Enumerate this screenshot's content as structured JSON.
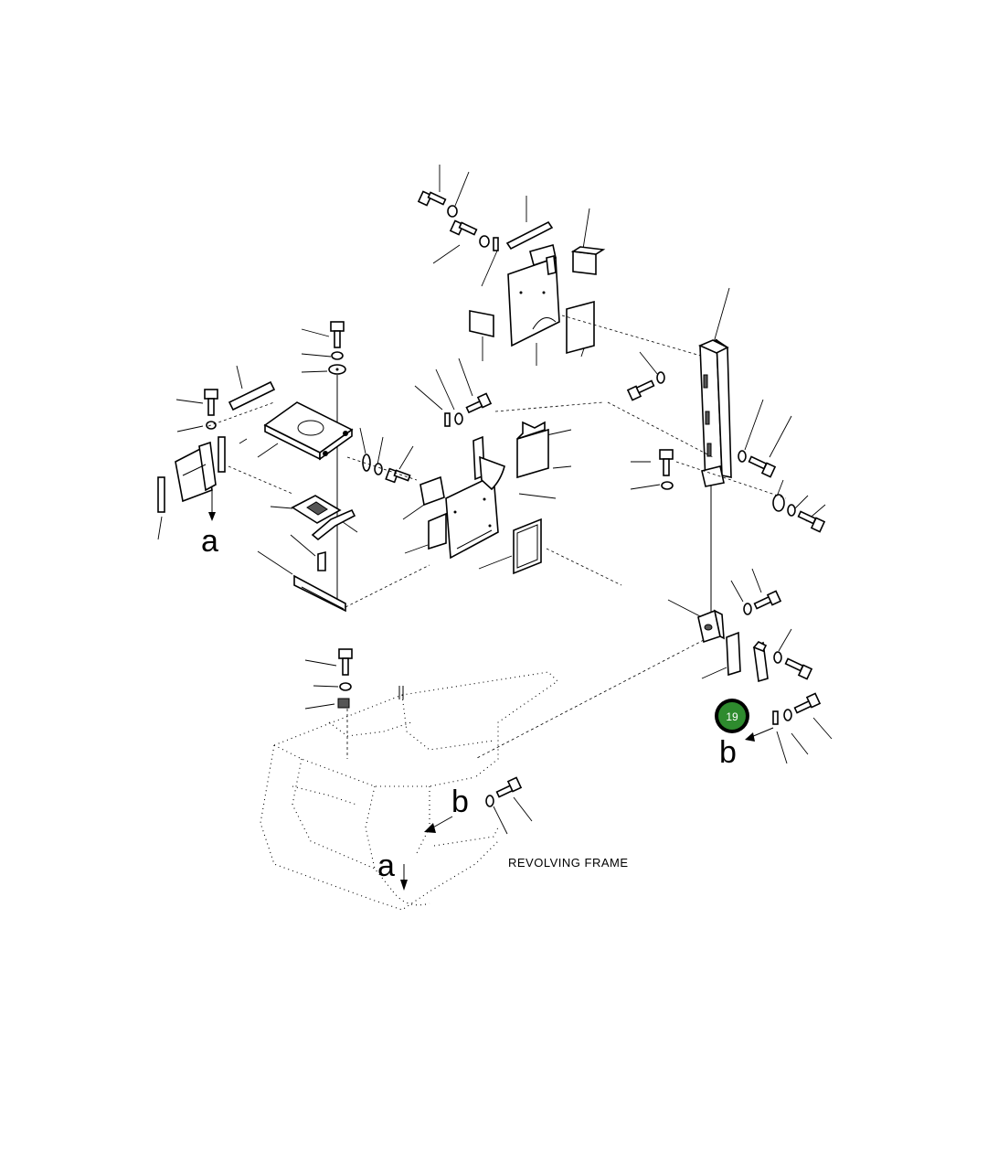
{
  "callouts": {
    "a_top": "a",
    "a_bottom": "a",
    "b_right": "b",
    "b_bottom": "b"
  },
  "frame_label": "REVOLVING FRAME",
  "hotspot": {
    "label": "19",
    "fill_color": "#2e8b2e",
    "ring_color": "#000000"
  }
}
